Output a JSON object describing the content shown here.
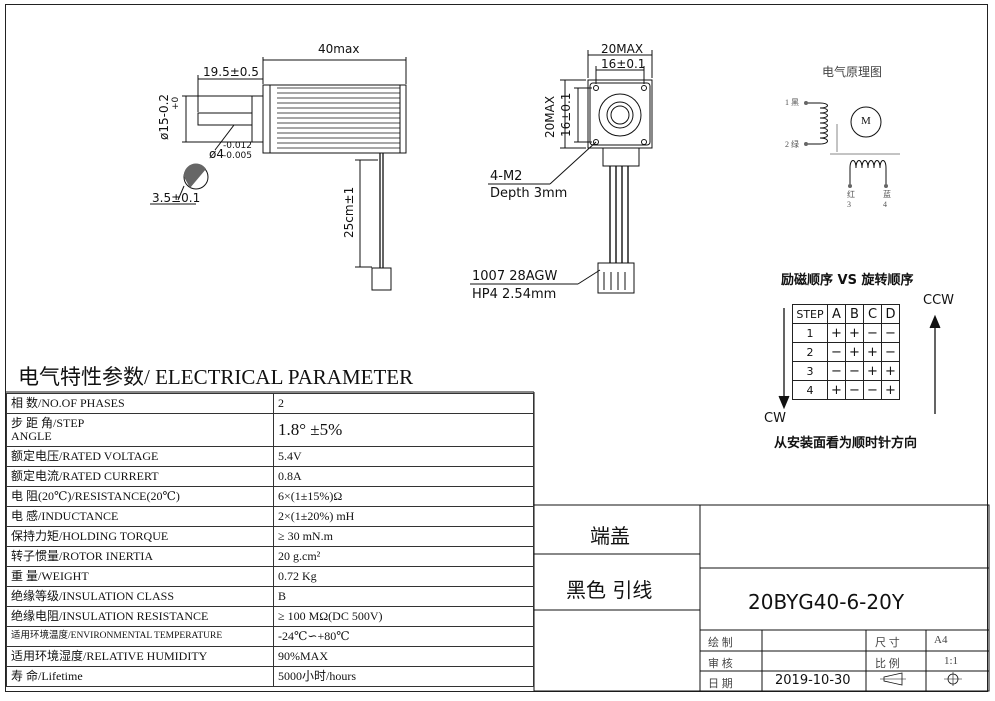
{
  "drawing": {
    "dim_40max": "40max",
    "dim_19_5": "19.5±0.5",
    "dim_d15": "ø15-0.2",
    "dim_d15_tol": "+0",
    "dim_d4": "ø4",
    "dim_d4_tol_up": "-0.012",
    "dim_d4_tol_lo": "-0.005",
    "dim_3_5": "3.5±0.1",
    "dim_25cm": "25cm±1",
    "dim_20max_top": "20MAX",
    "dim_16_top": "16±0.1",
    "dim_20max_side": "20MAX",
    "dim_16_side": "16±0.1",
    "hole_note_1": "4-M2",
    "hole_note_2": "Depth  3mm",
    "wire_note_1": "1007  28AGW",
    "wire_note_2": "HP4  2.54mm"
  },
  "schematic": {
    "title": "电气原理图",
    "motor_letter": "M",
    "pin1": "1 黑",
    "pin2": "2 绿",
    "pin3": "红\n3",
    "pin4": "蓝\n4"
  },
  "sequence": {
    "title": "励磁顺序 VS 旋转顺序",
    "ccw": "CCW",
    "cw": "CW",
    "footer": "从安装面看为顺时针方向",
    "header": [
      "STEP",
      "A",
      "B",
      "C",
      "D"
    ],
    "rows": [
      [
        "1",
        "+",
        "+",
        "−",
        "−"
      ],
      [
        "2",
        "−",
        "+",
        "+",
        "−"
      ],
      [
        "3",
        "−",
        "−",
        "+",
        "+"
      ],
      [
        "4",
        "+",
        "−",
        "−",
        "+"
      ]
    ]
  },
  "params": {
    "title": "电气特性参数/ ELECTRICAL PARAMETER",
    "rows": [
      {
        "k": "相    数/NO.OF PHASES",
        "v": "2"
      },
      {
        "k": "步 距 角/STEP\nANGLE",
        "v": "1.8°  ±5%"
      },
      {
        "k": "额定电压/RATED VOLTAGE",
        "v": "5.4V"
      },
      {
        "k": "额定电流/RATED CURRERT",
        "v": "0.8A"
      },
      {
        "k": "电    阻(20℃)/RESISTANCE(20℃)",
        "v": "6×(1±15%)Ω"
      },
      {
        "k": "电    感/INDUCTANCE",
        "v": "2×(1±20%) mH"
      },
      {
        "k": "保持力矩/HOLDING TORQUE",
        "v": "≥ 30 mN.m"
      },
      {
        "k": "转子惯量/ROTOR INERTIA",
        "v": "20 g.cm²"
      },
      {
        "k": "重    量/WEIGHT",
        "v": "0.72 Kg"
      },
      {
        "k": "绝缘等级/INSULATION  CLASS",
        "v": "B"
      },
      {
        "k": "绝缘电阻/INSULATION  RESISTANCE",
        "v": "≥ 100 MΩ(DC 500V)"
      },
      {
        "k": "适用环境温度/ENVIRONMENTAL TEMPERATURE",
        "v": "-24℃∽+80℃"
      },
      {
        "k": "适用环境湿度/RELATIVE HUMIDITY",
        "v": "90%MAX"
      },
      {
        "k": "寿    命/Lifetime",
        "v": "5000小时/hours"
      }
    ]
  },
  "title_block": {
    "end_cap": "端盖",
    "lead": "黑色 引线",
    "model": "20BYG40-6-20Y",
    "draw_label": "绘  制",
    "check_label": "审  核",
    "date_label": "日  期",
    "date": "2019-10-30",
    "size_label": "尺  寸",
    "size": "A4",
    "scale_label": "比  例",
    "scale": "1:1"
  }
}
